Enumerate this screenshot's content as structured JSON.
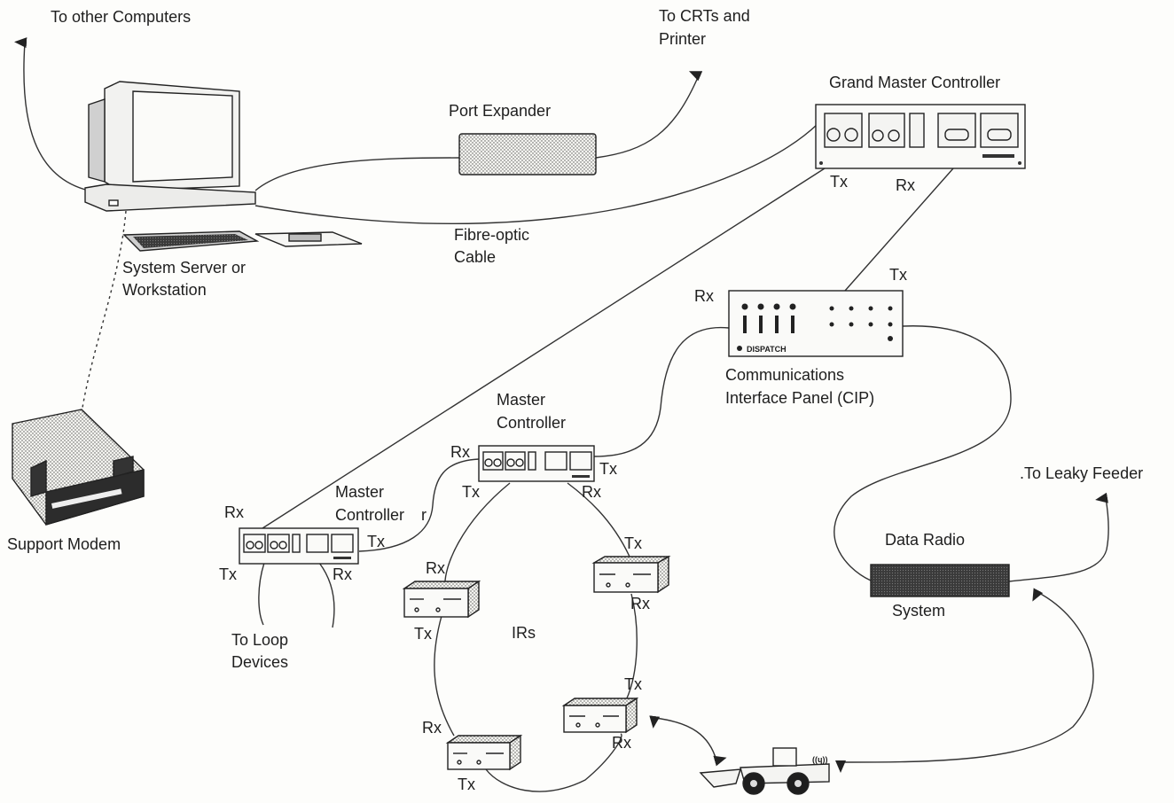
{
  "labels": {
    "to_other_computers": "To other Computers",
    "to_crts_line1": "To CRTs and",
    "to_crts_line2": "Printer",
    "grand_master_controller": "Grand Master Controller",
    "port_expander": "Port Expander",
    "fibre_optic_line1": "Fibre-optic",
    "fibre_optic_line2": "Cable",
    "system_server_line1": "System Server or",
    "system_server_line2": "Workstation",
    "support_modem": "Support Modem",
    "cip_line1": "Communications",
    "cip_line2": "Interface Panel (CIP)",
    "cip_panel_text": "DISPATCH",
    "master_controller_a_line1": "Master",
    "master_controller_a_line2": "Controller",
    "master_controller_b_line1": "Master",
    "master_controller_b_line2": "Controller",
    "controller_mark": "r",
    "to_loop_line1": "To Loop",
    "to_loop_line2": "Devices",
    "irs": "IRs",
    "data_radio_line1": "Data Radio",
    "data_radio_line2": "System",
    "to_leaky_feeder": ".To Leaky Feeder",
    "vehicle_signal": "((ɥ))"
  },
  "ports": {
    "gmc_tx": "Tx",
    "gmc_rx": "Rx",
    "cip_rx": "Rx",
    "cip_tx": "Tx",
    "mc_top_rx": "Rx",
    "mc_top_tx_right": "Tx",
    "mc_top_tx_bottom": "Tx",
    "mc_top_rx_bottom": "Rx",
    "mc_left_rx": "Rx",
    "mc_left_tx_right": "Tx",
    "mc_left_tx_bottom": "Tx",
    "mc_left_rx_bottom": "Rx",
    "ir1_rx": "Rx",
    "ir1_tx": "Tx",
    "ir2_tx": "Tx",
    "ir2_rx": "Rx",
    "ir3_tx": "Tx",
    "ir3_rx": "Rx",
    "ir4_rx": "Rx",
    "ir4_tx": "Tx"
  }
}
